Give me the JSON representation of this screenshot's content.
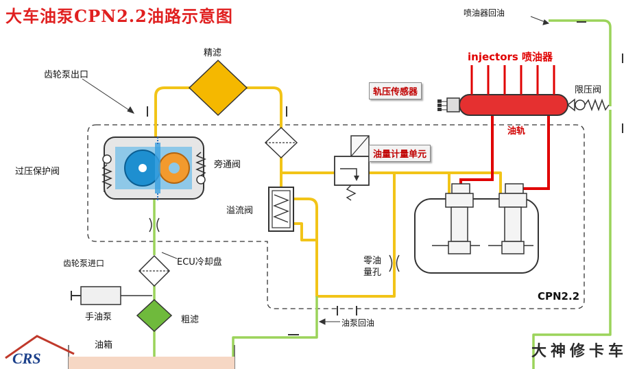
{
  "title": "大车油泵CPN2.2油路示意图",
  "labels": {
    "fine_filter": "精滤",
    "gear_pump_outlet": "齿轮泵出口",
    "overpressure_valve": "过压保护阀",
    "bypass_valve": "旁通阀",
    "overflow_valve": "溢流阀",
    "gear_pump_inlet": "齿轮泵进口",
    "ecu_cooling": "ECU冷却盘",
    "hand_pump": "手油泵",
    "coarse_filter": "粗滤",
    "tank": "油箱",
    "zero_orifice": "零油\n量孔",
    "pump_return": "油泵回油",
    "injector_return": "喷油器回油",
    "injectors": "injectors 喷油器",
    "rail_sensor": "轨压传感器",
    "pressure_limit_valve": "限压阀",
    "rail": "油轨",
    "metering_unit": "油量计量单元",
    "model": "CPN2.2"
  },
  "watermark": "大神修卡车",
  "logo_text": "CRS",
  "colors": {
    "yellow_line": "#f2c418",
    "green_line": "#9bd35a",
    "red_line": "#e00000",
    "filter_fill": "#f5b800",
    "coarse_fill": "#6fba3c",
    "title": "#e02020"
  }
}
